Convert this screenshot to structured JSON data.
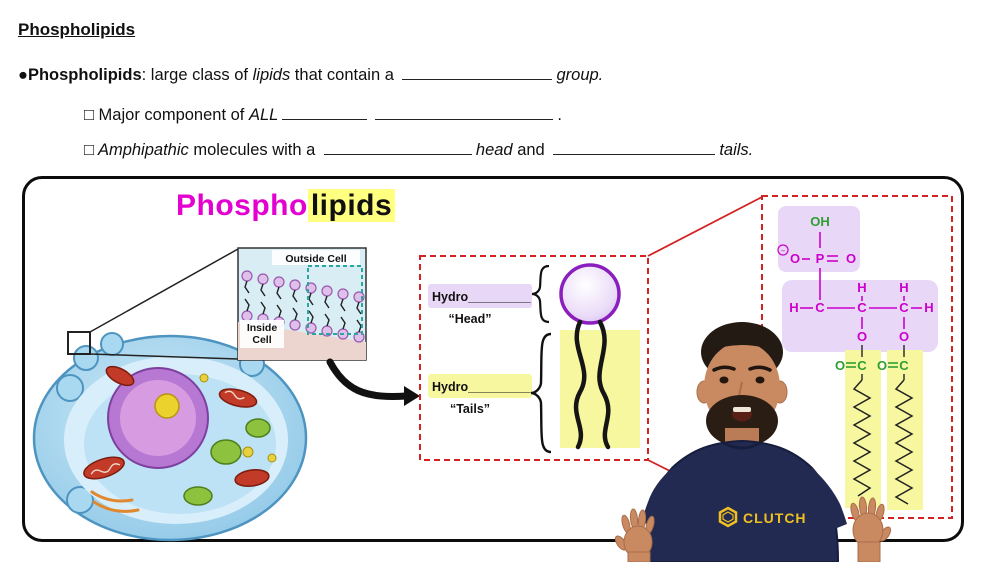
{
  "notes": {
    "heading": "Phospholipids",
    "line1": {
      "bullet": "●",
      "term": "Phospholipids",
      "after_term": ": large class of ",
      "lipids": "lipids",
      "mid": " that contain a ",
      "tail": "group."
    },
    "line2": {
      "bullet": "□",
      "text": " Major component of ",
      "all": "ALL",
      "period": "."
    },
    "line3": {
      "bullet": "□",
      "amphipathic": " Amphipathic",
      "mid1": " molecules with a ",
      "head": "head",
      "mid2": " and ",
      "tails": "tails."
    }
  },
  "panel": {
    "title_part1": "Phospho",
    "title_part2": "lipids",
    "inset": {
      "outside_label": "Outside Cell",
      "inside_label_line1": "Inside",
      "inside_label_line2": "Cell"
    },
    "diagram": {
      "head_blank_label": "Hydro_________",
      "head_caption": "“Head”",
      "tail_blank_label": "Hydro_________",
      "tail_caption": "“Tails”"
    },
    "chem": {
      "hydroxyl": "OH",
      "phosphorus": "P",
      "oxygen": "O",
      "carbon": "C",
      "hydrogen": "H",
      "minus": "−"
    },
    "shirt_logo": "CLUTCH"
  },
  "colors": {
    "title_magenta": "#e300d1",
    "yellow_highlight": "#ffff80",
    "lavender_highlight": "#e9d7f7",
    "red_dashed_box": "#d22222",
    "teal_dashed_box": "#2aa7a0",
    "atom_magenta": "#cc00cc",
    "atom_green": "#2f9e33",
    "navy_shirt": "#232a52",
    "logo_yellow": "#f0c020"
  }
}
